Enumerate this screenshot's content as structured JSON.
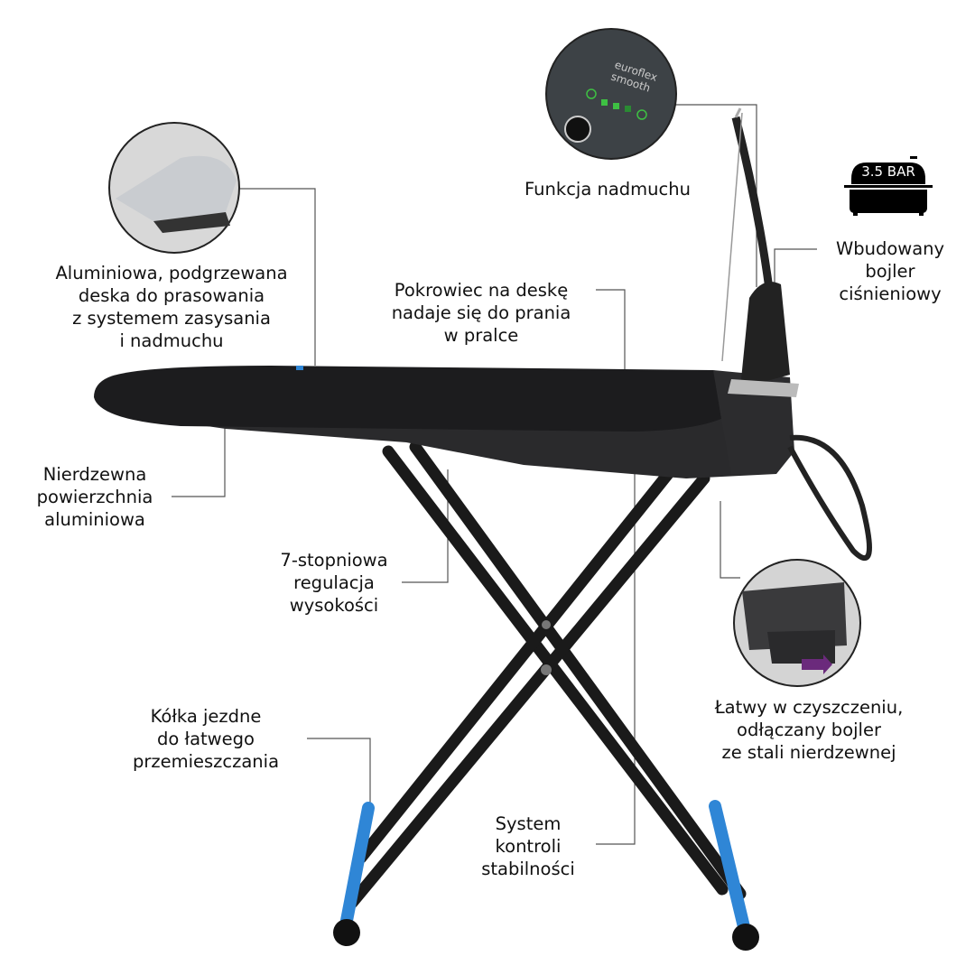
{
  "callouts": {
    "blow_function": {
      "lines": [
        "Funkcja nadmuchu"
      ]
    },
    "boiler": {
      "lines": [
        "Wbudowany",
        "bojler",
        "ciśnieniowy"
      ]
    },
    "board": {
      "lines": [
        "Aluminiowa, podgrzewana",
        "deska do prasowania",
        "z systemem zasysania",
        "i nadmuchu"
      ]
    },
    "cover": {
      "lines": [
        "Pokrowiec na deskę",
        "nadaje się do prania",
        "w pralce"
      ]
    },
    "surface": {
      "lines": [
        "Nierdzewna",
        "powierzchnia",
        "aluminiowa"
      ]
    },
    "height": {
      "lines": [
        "7-stopniowa",
        "regulacja",
        "wysokości"
      ]
    },
    "wheels": {
      "lines": [
        "Kółka jezdne",
        "do łatwego",
        "przemieszczania"
      ]
    },
    "stability": {
      "lines": [
        "System",
        "kontroli",
        "stabilności"
      ]
    },
    "cleaning": {
      "lines": [
        "Łatwy w czyszczeniu,",
        "odłączany bojler",
        "ze stali nierdzewnej"
      ]
    }
  },
  "pressure_badge": {
    "text": "3.5 BAR"
  },
  "control_panel": {
    "brand": "euroflex",
    "model": "smooth"
  },
  "colors": {
    "board": "#1c1c1e",
    "legs": "#1a1a1a",
    "wheel_tube": "#2f86d6",
    "arrow": "#6b2a7c",
    "leader": "#555555"
  }
}
